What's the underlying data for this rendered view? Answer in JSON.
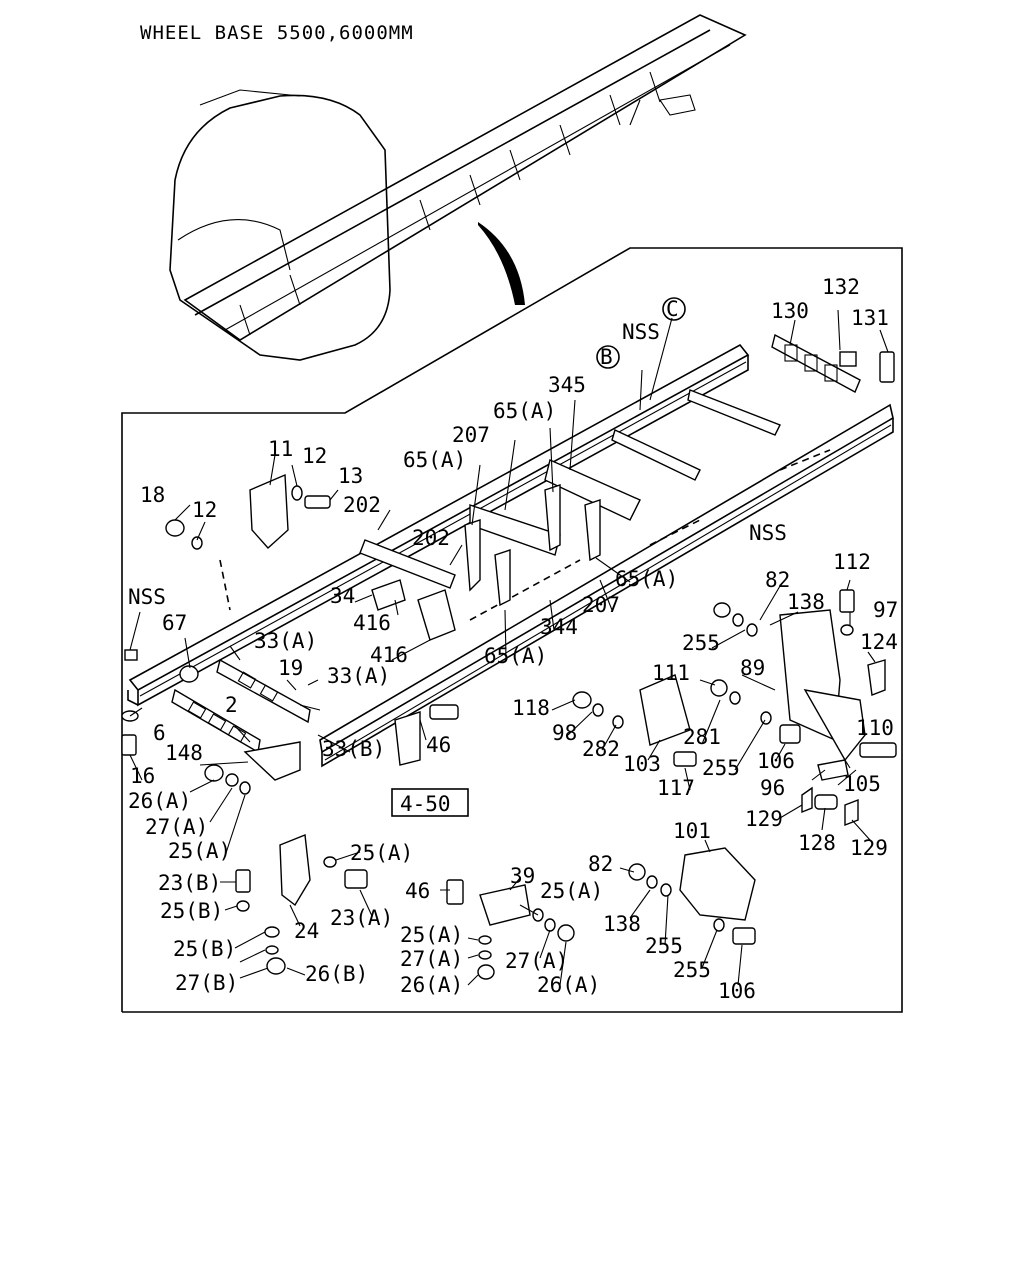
{
  "title": "WHEEL BASE 5500,6000MM",
  "ref_box": "4-50",
  "circled": [
    "B",
    "C"
  ],
  "labels": [
    "NSS",
    "NSS",
    "NSS",
    "130",
    "132",
    "131",
    "345",
    "65(A)",
    "207",
    "65(A)",
    "11",
    "12",
    "13",
    "18",
    "12",
    "202",
    "202",
    "34",
    "416",
    "416",
    "67",
    "33(A)",
    "19",
    "33(A)",
    "2",
    "6",
    "16",
    "148",
    "26(A)",
    "27(A)",
    "25(A)",
    "46",
    "33(B)",
    "344",
    "65(A)",
    "207",
    "65(A)",
    "82",
    "138",
    "112",
    "97",
    "255",
    "124",
    "111",
    "89",
    "118",
    "98",
    "282",
    "103",
    "117",
    "281",
    "255",
    "106",
    "110",
    "96",
    "105",
    "129",
    "128",
    "129",
    "101",
    "82",
    "138",
    "255",
    "255",
    "106",
    "25(A)",
    "23(B)",
    "25(B)",
    "23(A)",
    "24",
    "25(B)",
    "27(B)",
    "26(B)",
    "39",
    "46",
    "25(A)",
    "25(A)",
    "27(A)",
    "27(A)",
    "26(A)",
    "26(A)"
  ]
}
